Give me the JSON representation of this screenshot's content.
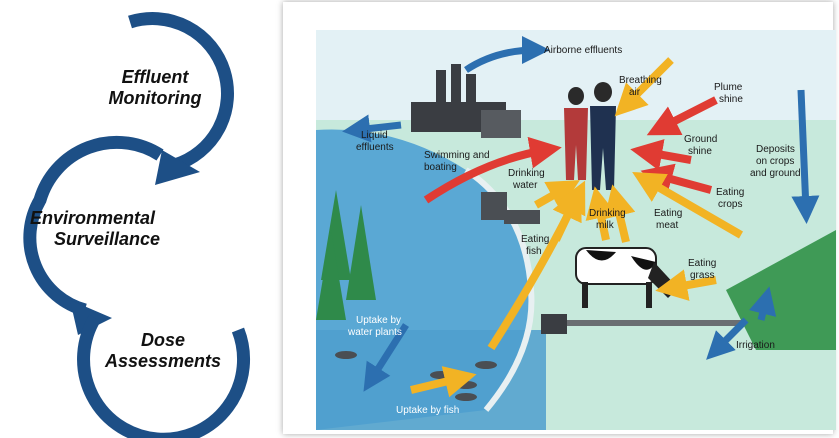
{
  "cycle": {
    "steps": [
      {
        "line1": "Effluent",
        "line2": "Monitoring"
      },
      {
        "line1": "Environmental",
        "line2": "Surveillance"
      },
      {
        "line1": "Dose",
        "line2": "Assessments"
      }
    ],
    "ring_color": "#1d4f86"
  },
  "pathways": {
    "labels": {
      "airborne": "Airborne effluents",
      "breathing_1": "Breathing",
      "breathing_2": "air",
      "plume_1": "Plume",
      "plume_2": "shine",
      "liquid_1": "Liquid",
      "liquid_2": "effluents",
      "swimming_1": "Swimming and",
      "swimming_2": "boating",
      "ground_1": "Ground",
      "ground_2": "shine",
      "deposits_1": "Deposits",
      "deposits_2": "on crops",
      "deposits_3": "and ground",
      "drinking_water_1": "Drinking",
      "drinking_water_2": "water",
      "eating_crops_1": "Eating",
      "eating_crops_2": "crops",
      "drinking_milk_1": "Drinking",
      "drinking_milk_2": "milk",
      "eating_meat_1": "Eating",
      "eating_meat_2": "meat",
      "eating_fish_1": "Eating",
      "eating_fish_2": "fish",
      "eating_grass_1": "Eating",
      "eating_grass_2": "grass",
      "uptake_plants_1": "Uptake by",
      "uptake_plants_2": "water plants",
      "irrigation": "Irrigation",
      "uptake_fish": "Uptake by fish"
    },
    "colors": {
      "sky": "#e3f1f5",
      "water": "#5aa8d4",
      "land": "#c7e9dc",
      "red_arrow": "#e03b33",
      "yellow_arrow": "#f2b324",
      "blue_arrow": "#2c6fb0"
    }
  }
}
